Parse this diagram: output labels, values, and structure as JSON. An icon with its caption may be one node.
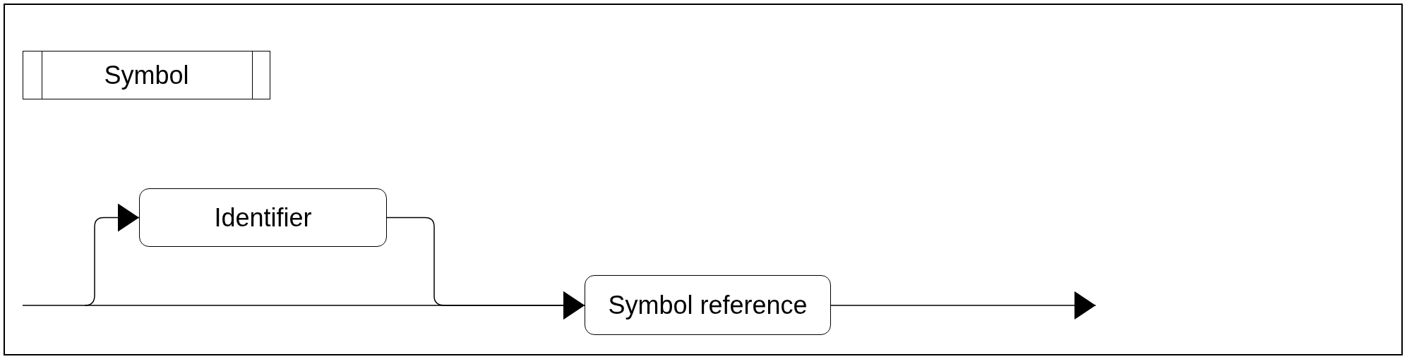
{
  "diagram": {
    "nodes": [
      {
        "text": [
          "Symbol"
        ]
      },
      {
        "text": [
          "Identifier"
        ]
      },
      {
        "text": [
          "Symbol reference"
        ]
      }
    ],
    "edges": [
      {
        "from": null,
        "to": 1,
        "arrow": "to"
      },
      {
        "from": 1,
        "to": 2,
        "arrow": "to"
      },
      {
        "from": null,
        "to": 2,
        "arrow": "to"
      },
      {
        "from": 2,
        "to": null,
        "arrow": "to"
      }
    ]
  }
}
